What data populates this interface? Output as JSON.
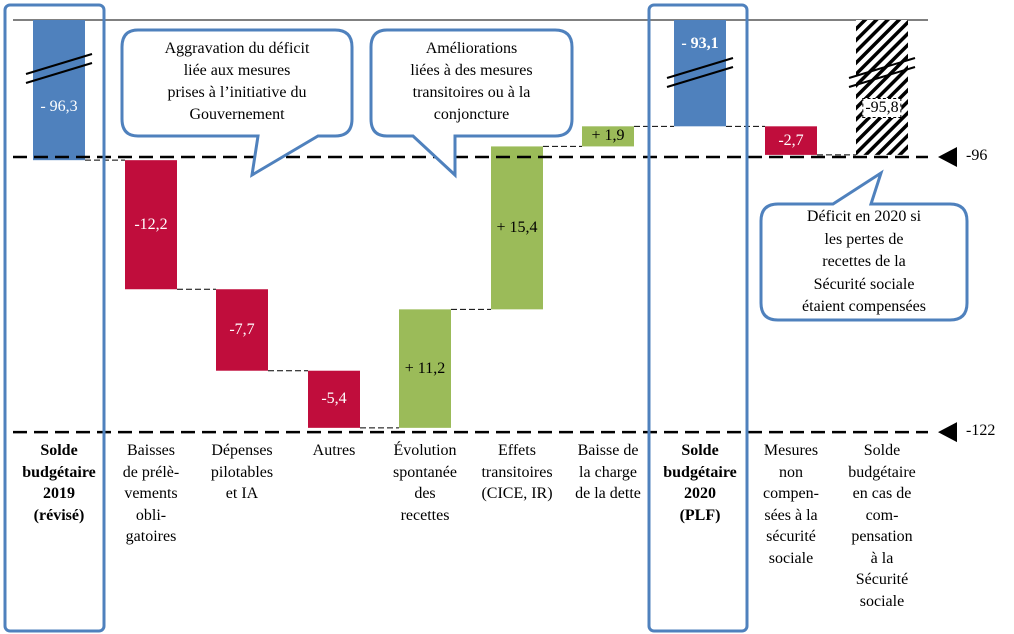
{
  "chart_data": {
    "type": "waterfall",
    "title": "",
    "categories": [
      "Solde budgétaire 2019 (révisé)",
      "Baisses de prélèvements obligatoires",
      "Dépenses pilotables et IA",
      "Autres",
      "Évolution spontanée des recettes",
      "Effets transitoires (CICE, IR)",
      "Baisse de la charge de la dette",
      "Solde budgétaire 2020 (PLF)",
      "Mesures non compensées à la sécurité sociale",
      "Solde budgétaire en cas de compensation à la Sécurité sociale"
    ],
    "category_labels": [
      "Solde\nbudgétaire\n2019\n(révisé)",
      "Baisses\nde prélè-\nvements\nobli-\ngatoires",
      "Dépenses\npilotables\net IA",
      "Autres",
      "Évolution\nspontanée\ndes\nrecettes",
      "Effets\ntransitoires\n(CICE, IR)",
      "Baisse de\nla charge\nde la dette",
      "Solde\nbudgétaire\n2020\n(PLF)",
      "Mesures\nnon\ncompen-\nsées à la\nsécurité\nsociale",
      "Solde\nbudgétaire\nen cas de\ncom-\npensation\nà la\nSécurité\nsociale"
    ],
    "bold_categories": [
      0,
      7
    ],
    "values": [
      -96.3,
      -12.2,
      -7.7,
      -5.4,
      11.2,
      15.4,
      1.9,
      -93.1,
      -2.7,
      -95.8
    ],
    "kinds": [
      "total",
      "delta",
      "delta",
      "delta",
      "delta",
      "delta",
      "delta",
      "total",
      "delta",
      "total-hatched"
    ],
    "value_labels": [
      "- 96,3",
      "-12,2",
      "-7,7",
      "-5,4",
      "+ 11,2",
      "+ 15,4",
      "+ 1,9",
      "- 93,1",
      "-2,7",
      "-95,8"
    ],
    "reference_lines": [
      {
        "value": -96,
        "label": "-96"
      },
      {
        "value": -122,
        "label": "-122"
      }
    ],
    "axis_break": true,
    "colors": {
      "total": "#4f81bd",
      "negative": "#c00d3c",
      "positive": "#9bbb59",
      "outline": "#4f81bd"
    }
  },
  "callouts": [
    {
      "text": "Aggravation du déficit\nliée aux mesures\nprises à l’initiative du\nGouvernement"
    },
    {
      "text": "Améliorations\nliées à des mesures\ntransitoires ou à la\nconjoncture"
    },
    {
      "text": "Déficit en 2020 si\nles pertes de\nrecettes de la\nSécurité sociale\nétaient compensées"
    }
  ]
}
